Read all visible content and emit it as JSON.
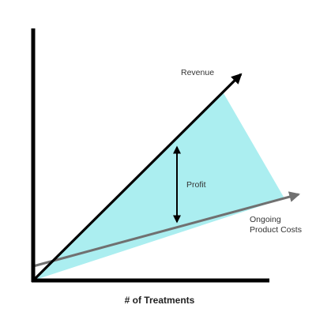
{
  "chart_data": {
    "type": "area",
    "title": "",
    "xlabel": "# of Treatments",
    "ylabel": "",
    "series": [
      {
        "name": "Revenue",
        "color": "#000000"
      },
      {
        "name": "Ongoing Product Costs",
        "color": "#707070"
      }
    ],
    "annotations": [
      {
        "text": "Profit",
        "color": "#000000"
      }
    ],
    "fill_color": "#ABEEF0",
    "axis_color": "#000000",
    "grid": false,
    "ticks": false
  }
}
